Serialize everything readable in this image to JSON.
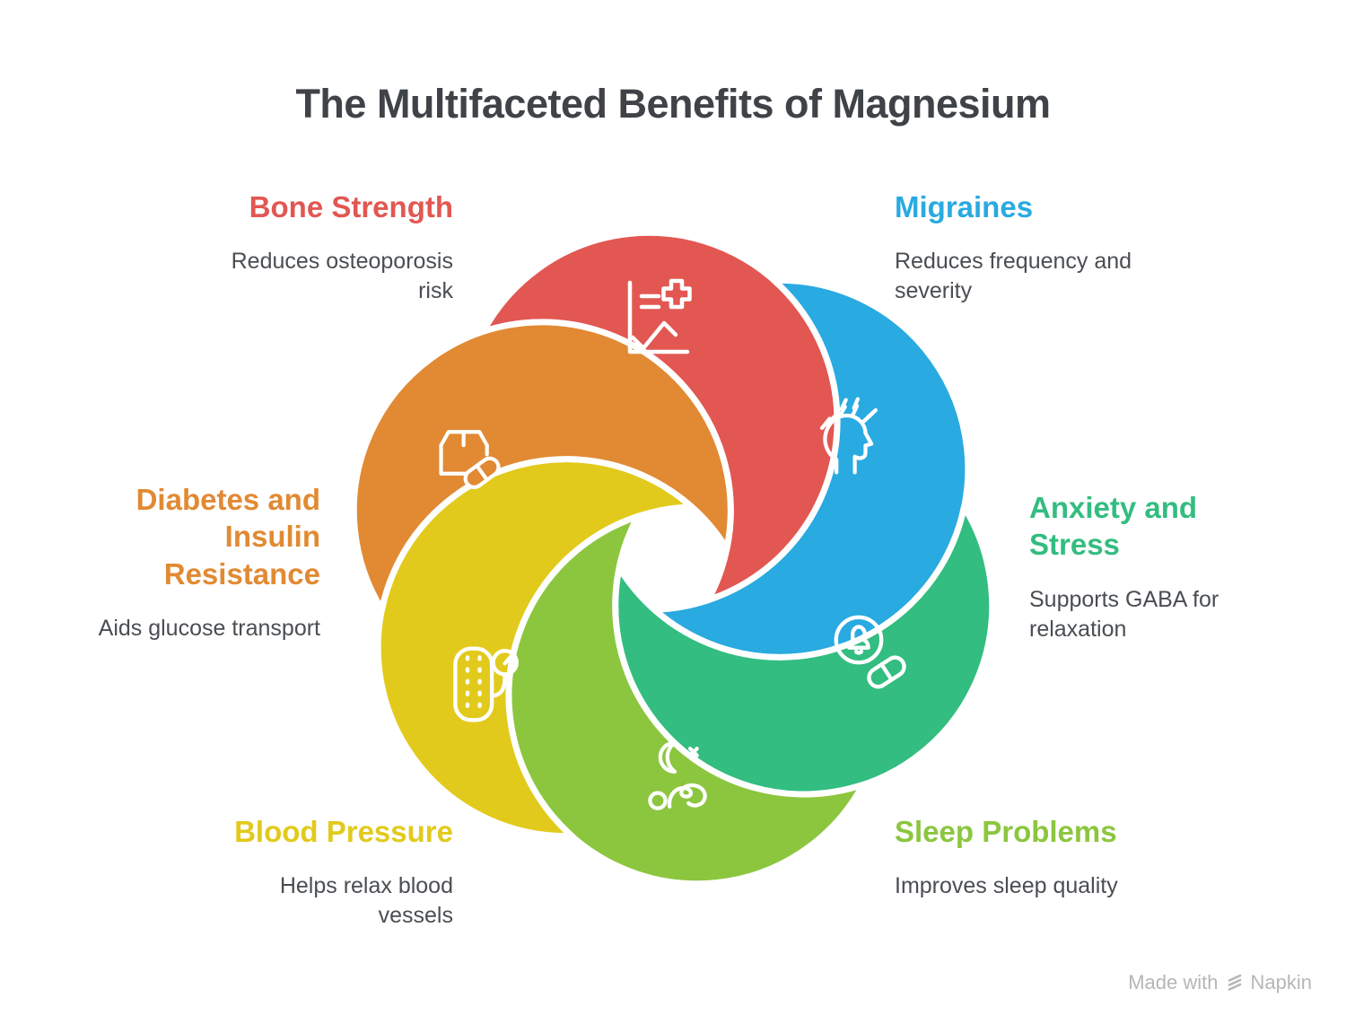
{
  "title": "The Multifaceted Benefits of Magnesium",
  "segments": [
    {
      "id": "bone-strength",
      "label": "Bone Strength",
      "description": "Reduces osteoporosis risk",
      "color": "#E25752",
      "icon": "health-chart-icon"
    },
    {
      "id": "migraines",
      "label": "Migraines",
      "description": "Reduces frequency and severity",
      "color": "#29AAE1",
      "icon": "headache-head-icon"
    },
    {
      "id": "anxiety-and-stress",
      "label": "Anxiety and Stress",
      "description": "Supports GABA for relaxation",
      "color": "#33BD80",
      "icon": "bell-capsule-icon"
    },
    {
      "id": "sleep-problems",
      "label": "Sleep Problems",
      "description": "Improves sleep quality",
      "color": "#8CC63F",
      "icon": "moon-sleeper-icon"
    },
    {
      "id": "blood-pressure",
      "label": "Blood Pressure",
      "description": "Helps relax blood vessels",
      "color": "#E2CA1C",
      "icon": "bp-cuff-gauge-icon"
    },
    {
      "id": "diabetes-insulin",
      "label": "Diabetes and Insulin Resistance",
      "description": "Aids glucose transport",
      "color": "#E18A33",
      "icon": "supplement-box-capsule-icon"
    }
  ],
  "colors": {
    "background": "#FFFFFF",
    "blade_outline": "#FFFFFF",
    "title_text": "#3F4347",
    "body_text": "#4A4E53",
    "watermark_text": "#B6B6B6"
  },
  "watermark": {
    "prefix": "Made with",
    "brand": "Napkin"
  }
}
